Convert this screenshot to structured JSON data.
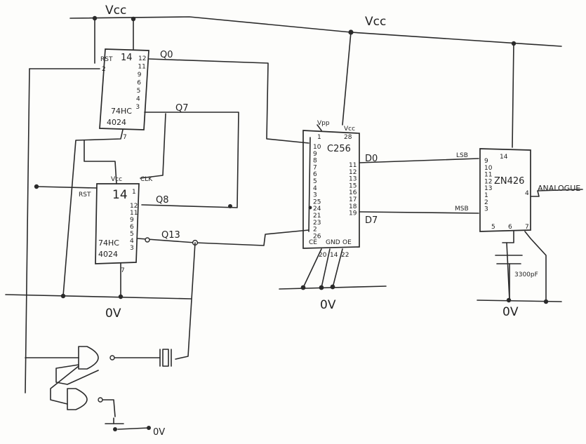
{
  "rails": {
    "vcc_left": "Vcc",
    "vcc_mid": "Vcc",
    "ground_left": "0V",
    "ground_mid": "0V",
    "ground_right": "0V",
    "ground_switch": "0V"
  },
  "counter1": {
    "name_line1": "74HC",
    "name_line2": "4024",
    "pin_rst_label": "RST",
    "pin_rst": "2",
    "pin_vcc": "14",
    "pin_gnd": "7",
    "right_pins": [
      "12",
      "11",
      "9",
      "6",
      "5",
      "4",
      "3"
    ],
    "q0": "Q0",
    "q7": "Q7"
  },
  "counter2": {
    "name_line1": "74HC",
    "name_line2": "4024",
    "vcc_label": "Vcc",
    "rst_label": "RST",
    "clk_label": "CLK",
    "pin_vcc": "14",
    "pin_clk": "1",
    "pin_gnd": "7",
    "right_pins": [
      "12",
      "11",
      "9",
      "6",
      "5",
      "4",
      "3"
    ],
    "q8": "Q8",
    "q13": "Q13"
  },
  "rom": {
    "name": "C256",
    "vpp_label": "Vpp",
    "vcc_label": "Vcc",
    "pin_vpp": "1",
    "pin_vcc": "28",
    "left_pins": [
      "10",
      "9",
      "8",
      "7",
      "6",
      "5",
      "4",
      "3",
      "25",
      "24",
      "21",
      "23",
      "2",
      "26"
    ],
    "right_pins": [
      "11",
      "12",
      "13",
      "15",
      "16",
      "17",
      "18",
      "19"
    ],
    "bottom_labels": [
      "CE",
      "GND",
      "OE"
    ],
    "bottom_pins": [
      "20",
      "14",
      "22"
    ],
    "d0": "D0",
    "d7": "D7"
  },
  "dac": {
    "name": "ZN426",
    "pin_vcc": "14",
    "left_pins": [
      "9",
      "10",
      "11",
      "12",
      "13",
      "1",
      "2",
      "3"
    ],
    "lsb_label": "LSB",
    "msb_label": "MSB",
    "pin_out": "4",
    "out_label": "ANALOGUE",
    "bottom_pins": [
      "5",
      "6",
      "7"
    ]
  },
  "capacitor": {
    "label": "3300pF"
  }
}
